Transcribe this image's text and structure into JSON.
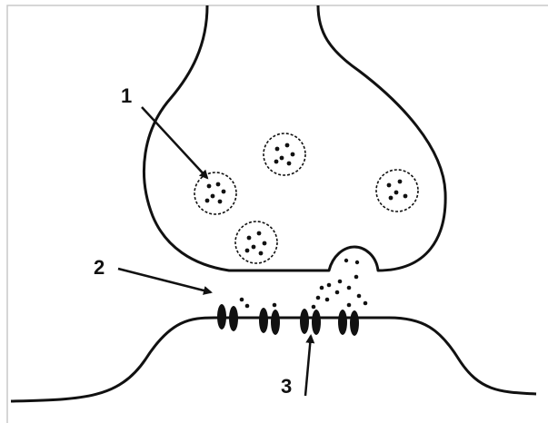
{
  "diagram": {
    "labels": [
      {
        "id": "1",
        "text": "1"
      },
      {
        "id": "2",
        "text": "2"
      },
      {
        "id": "3",
        "text": "3"
      }
    ],
    "colors": {
      "line": "#111111",
      "border": "#c8c8c8",
      "background": "#ffffff"
    }
  }
}
